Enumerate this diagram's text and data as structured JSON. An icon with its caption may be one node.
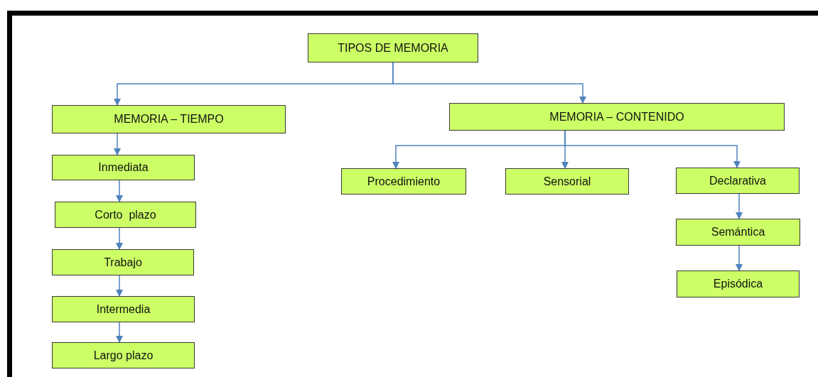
{
  "diagram": {
    "nodes": [
      {
        "text": [
          "TIPOS DE MEMORIA"
        ]
      },
      {
        "text": [
          "MEMORIA – TIEMPO"
        ]
      },
      {
        "text": [
          "MEMORIA – CONTENIDO"
        ]
      },
      {
        "text": [
          "Inmediata"
        ]
      },
      {
        "text": [
          "Corto  plazo"
        ]
      },
      {
        "text": [
          "Trabajo"
        ]
      },
      {
        "text": [
          "Intermedia"
        ]
      },
      {
        "text": [
          "Largo plazo"
        ]
      },
      {
        "text": [
          "Procedimiento"
        ]
      },
      {
        "text": [
          "Sensorial"
        ]
      },
      {
        "text": [
          "Declarativa"
        ]
      },
      {
        "text": [
          "Semántica"
        ]
      },
      {
        "text": [
          "Episódica"
        ]
      }
    ],
    "edges": [
      {
        "from": 0,
        "to": 1,
        "arrow": "to"
      },
      {
        "from": 0,
        "to": 2,
        "arrow": "to"
      },
      {
        "from": 1,
        "to": 3,
        "arrow": "to"
      },
      {
        "from": 3,
        "to": 4,
        "arrow": "to"
      },
      {
        "from": 4,
        "to": 5,
        "arrow": "to"
      },
      {
        "from": 5,
        "to": 6,
        "arrow": "to"
      },
      {
        "from": 6,
        "to": 7,
        "arrow": "to"
      },
      {
        "from": 2,
        "to": 8,
        "arrow": "to"
      },
      {
        "from": 2,
        "to": 9,
        "arrow": "to"
      },
      {
        "from": 2,
        "to": 10,
        "arrow": "to"
      },
      {
        "from": 10,
        "to": 11,
        "arrow": "to"
      },
      {
        "from": 11,
        "to": 12,
        "arrow": "to"
      }
    ]
  }
}
